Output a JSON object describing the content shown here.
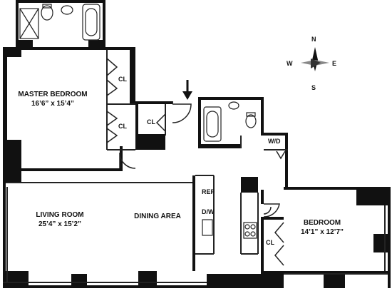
{
  "rooms": {
    "master_bedroom": {
      "name": "MASTER BEDROOM",
      "dims": "16’6” x 15’4”"
    },
    "living_room": {
      "name": "LIVING ROOM",
      "dims": "25’4” x 15’2”"
    },
    "dining_area": {
      "name": "DINING AREA"
    },
    "bedroom": {
      "name": "BEDROOM",
      "dims": "14’1” x 12’7”"
    }
  },
  "closets": {
    "master_cl1": "CL",
    "master_cl2": "CL",
    "hall_cl": "CL",
    "bedroom_cl": "CL"
  },
  "appliances": {
    "washer_dryer": "W/D",
    "refrigerator": "REF",
    "dishwasher": "D/W"
  },
  "compass": {
    "north": "N",
    "south": "S",
    "east": "E",
    "west": "W"
  },
  "colors": {
    "wall": "#111111",
    "line": "#222222",
    "background": "#ffffff"
  }
}
